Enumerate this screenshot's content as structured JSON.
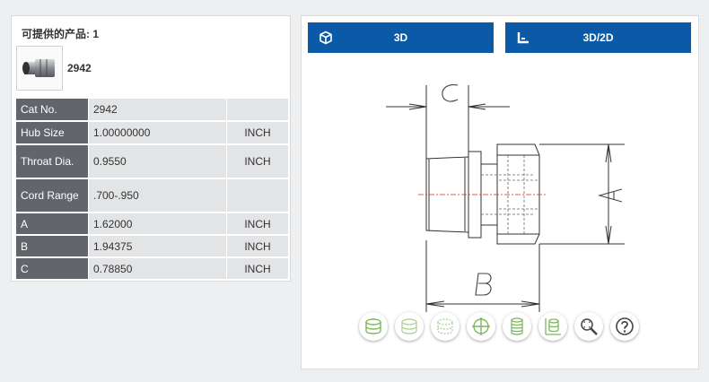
{
  "products": {
    "title": "可提供的产品: 1",
    "items": [
      {
        "name": "2942"
      }
    ]
  },
  "specs": {
    "rows": [
      {
        "label": "Cat No.",
        "value": "2942",
        "unit": ""
      },
      {
        "label": "Hub Size",
        "value": "1.00000000",
        "unit": "INCH"
      },
      {
        "label": "Throat Dia.",
        "value": "0.9550",
        "unit": "INCH"
      },
      {
        "label": "Cord Range",
        "value": ".700-.950",
        "unit": ""
      },
      {
        "label": "A",
        "value": "1.62000",
        "unit": "INCH"
      },
      {
        "label": "B",
        "value": "1.94375",
        "unit": "INCH"
      },
      {
        "label": "C",
        "value": "0.78850",
        "unit": "INCH"
      }
    ]
  },
  "viewer": {
    "btn_3d": "3D",
    "btn_3d2d": "3D/2D",
    "accent": "#0b5aa8",
    "dims": {
      "a": "A",
      "b": "B",
      "c": "C"
    },
    "tools": [
      "cylinder-solid-icon",
      "cylinder-outline-icon",
      "cylinder-dashed-icon",
      "crosshair-icon",
      "layers-icon",
      "measure-icon",
      "zoom-fit-icon",
      "help-icon"
    ]
  }
}
